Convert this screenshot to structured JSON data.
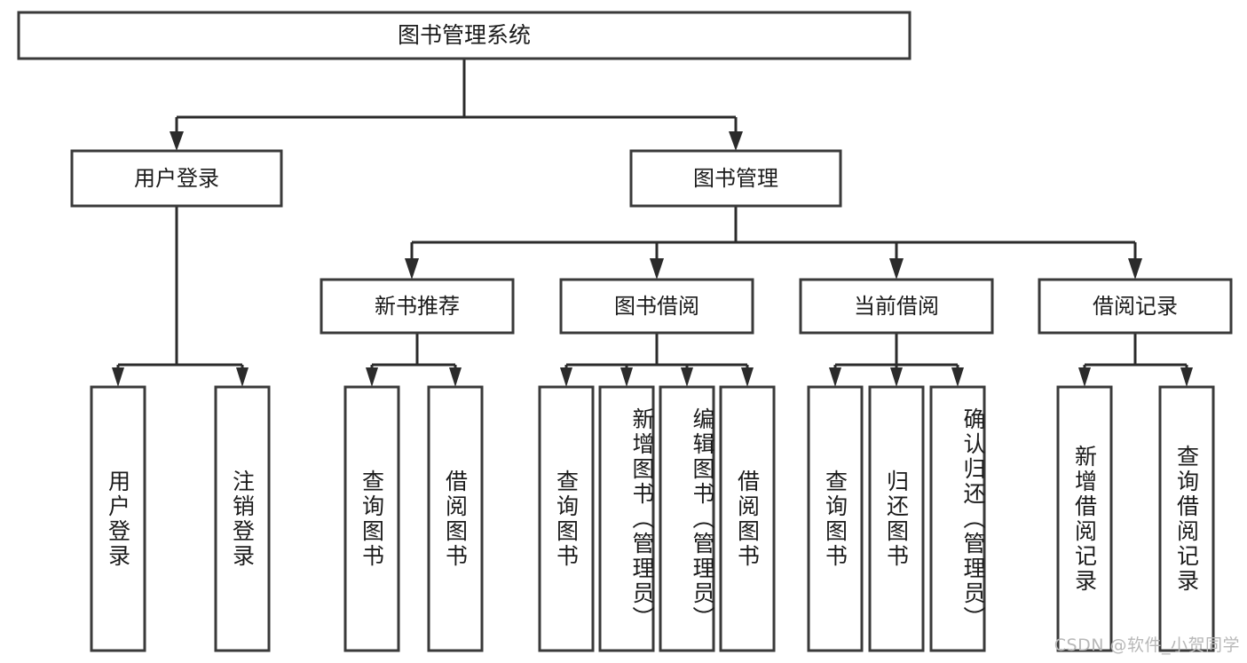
{
  "diagram": {
    "kind": "tree-hierarchy-chart",
    "title": "图书管理系统",
    "watermark": "CSDN @软件_小贺同学",
    "colors": {
      "background": "#ffffff",
      "box_stroke": "#3a3a3a",
      "connector": "#2b2b2b",
      "text": "#1b1b1b",
      "watermark": "#b8b8b8"
    },
    "root": {
      "label": "图书管理系统",
      "orientation": "horizontal"
    },
    "level2": [
      {
        "label": "用户登录",
        "orientation": "horizontal"
      },
      {
        "label": "图书管理",
        "orientation": "horizontal"
      }
    ],
    "level3": [
      {
        "label": "新书推荐",
        "orientation": "horizontal"
      },
      {
        "label": "图书借阅",
        "orientation": "horizontal"
      },
      {
        "label": "当前借阅",
        "orientation": "horizontal"
      },
      {
        "label": "借阅记录",
        "orientation": "horizontal"
      }
    ],
    "leaves": {
      "user_login": [
        {
          "label": "用户登录",
          "orientation": "vertical"
        },
        {
          "label": "注销登录",
          "orientation": "vertical"
        }
      ],
      "new_book_recommend": [
        {
          "label": "查询图书",
          "orientation": "vertical"
        },
        {
          "label": "借阅图书",
          "orientation": "vertical"
        }
      ],
      "book_borrow": [
        {
          "label": "查询图书",
          "orientation": "vertical"
        },
        {
          "label": "新增图书（管理员）",
          "orientation": "vertical"
        },
        {
          "label": "编辑图书（管理员）",
          "orientation": "vertical"
        },
        {
          "label": "借阅图书",
          "orientation": "vertical"
        }
      ],
      "current_borrow": [
        {
          "label": "查询图书",
          "orientation": "vertical"
        },
        {
          "label": "归还图书",
          "orientation": "vertical"
        },
        {
          "label": "确认归还（管理员）",
          "orientation": "vertical"
        }
      ],
      "borrow_record": [
        {
          "label": "新增借阅记录",
          "orientation": "vertical"
        },
        {
          "label": "查询借阅记录",
          "orientation": "vertical"
        }
      ]
    }
  }
}
